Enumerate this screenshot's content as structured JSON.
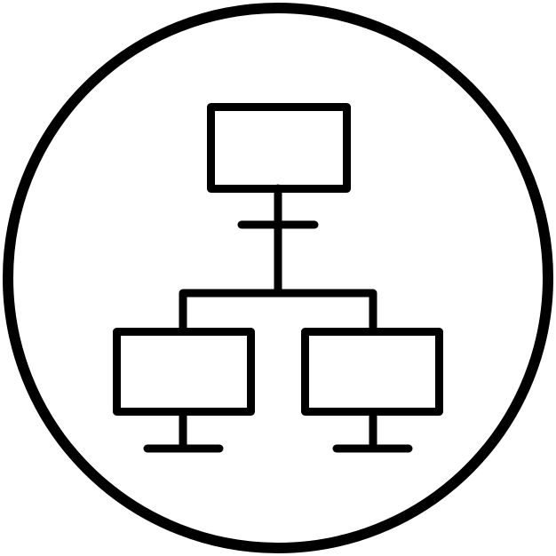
{
  "icon": {
    "name": "network-topology-icon",
    "stroke_color": "#000000",
    "background_color": "#ffffff",
    "nodes": [
      "central-monitor",
      "left-monitor",
      "right-monitor"
    ]
  }
}
